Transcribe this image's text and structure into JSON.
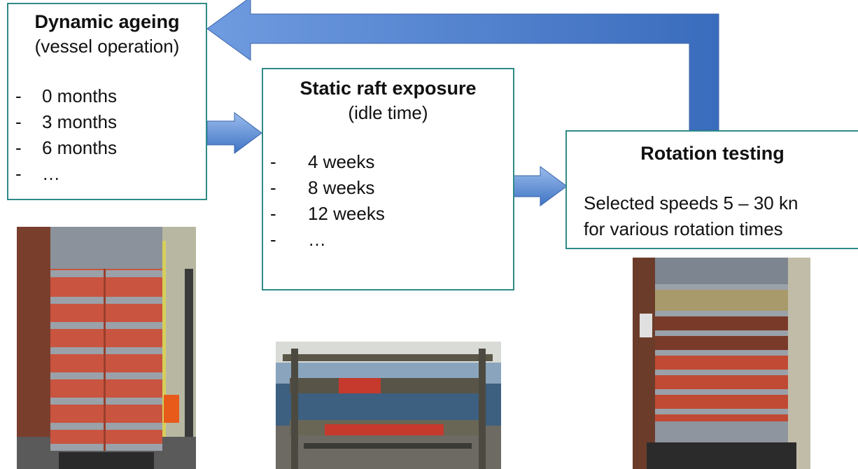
{
  "boxes": {
    "dynamic": {
      "title": "Dynamic ageing",
      "subtitle": "(vessel operation)",
      "items": [
        "0 months",
        "3 months",
        "6 months",
        "…"
      ]
    },
    "static": {
      "title": "Static raft exposure",
      "subtitle": "(idle time)",
      "items": [
        "4 weeks",
        "8 weeks",
        "12 weeks",
        "…"
      ]
    },
    "rotation": {
      "title": "Rotation testing",
      "line1": "Selected speeds 5 – 30 kn",
      "line2": "for various rotation times"
    }
  },
  "colors": {
    "box_border": "#2e8b87",
    "arrow_fill": "#4f86d0",
    "coating_red": "#c9543f",
    "steel_grey": "#7d8690"
  },
  "photos": [
    "rotor-drum-photo-clean",
    "raft-exposure-photo",
    "rotor-drum-photo-fouled"
  ]
}
